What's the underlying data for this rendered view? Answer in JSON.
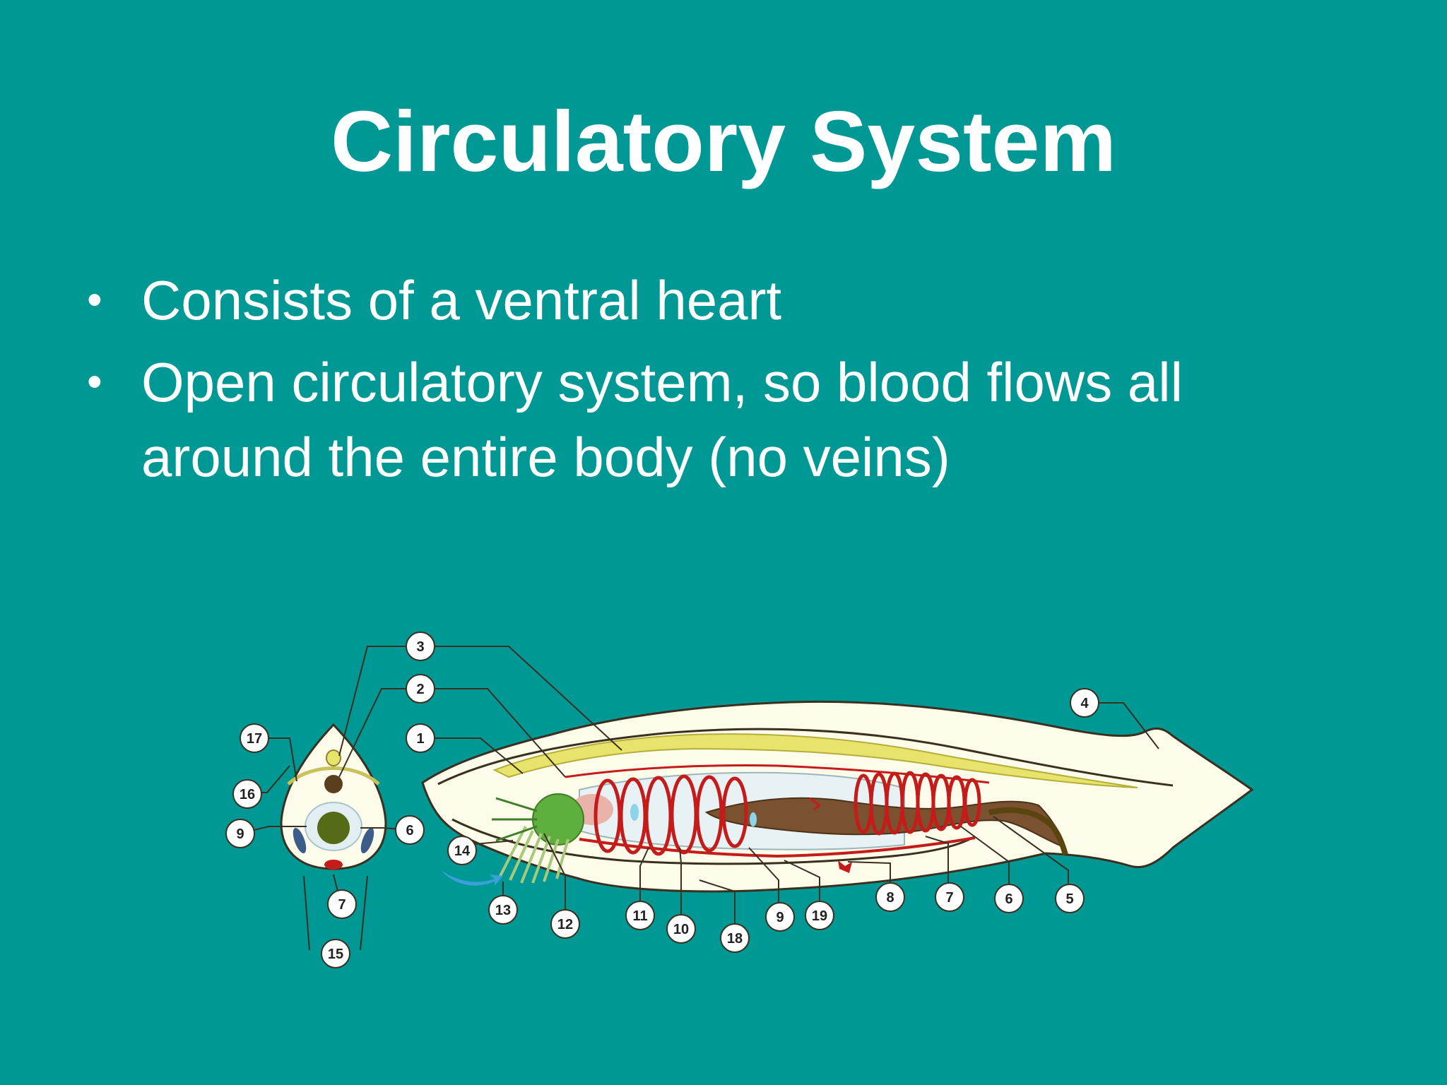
{
  "slide": {
    "title": "Circulatory System",
    "bullets": [
      "Consists of a ventral heart",
      "Open circulatory system, so blood flows all around the entire body (no veins)"
    ],
    "bullet_symbol": "•"
  },
  "diagram": {
    "labels": [
      "1",
      "2",
      "3",
      "4",
      "5",
      "6",
      "7",
      "8",
      "9",
      "10",
      "11",
      "12",
      "13",
      "14",
      "15",
      "16",
      "17",
      "18",
      "19"
    ],
    "colors": {
      "background": "#009894",
      "body": "#FDFBEA",
      "outline": "#3A3020",
      "notochord": "#E8E36A",
      "blood_vessel": "#C41B1B",
      "gut": "#7A5230",
      "pharynx": "#5FAF3E",
      "water_flow": "#3AA0D8"
    }
  }
}
